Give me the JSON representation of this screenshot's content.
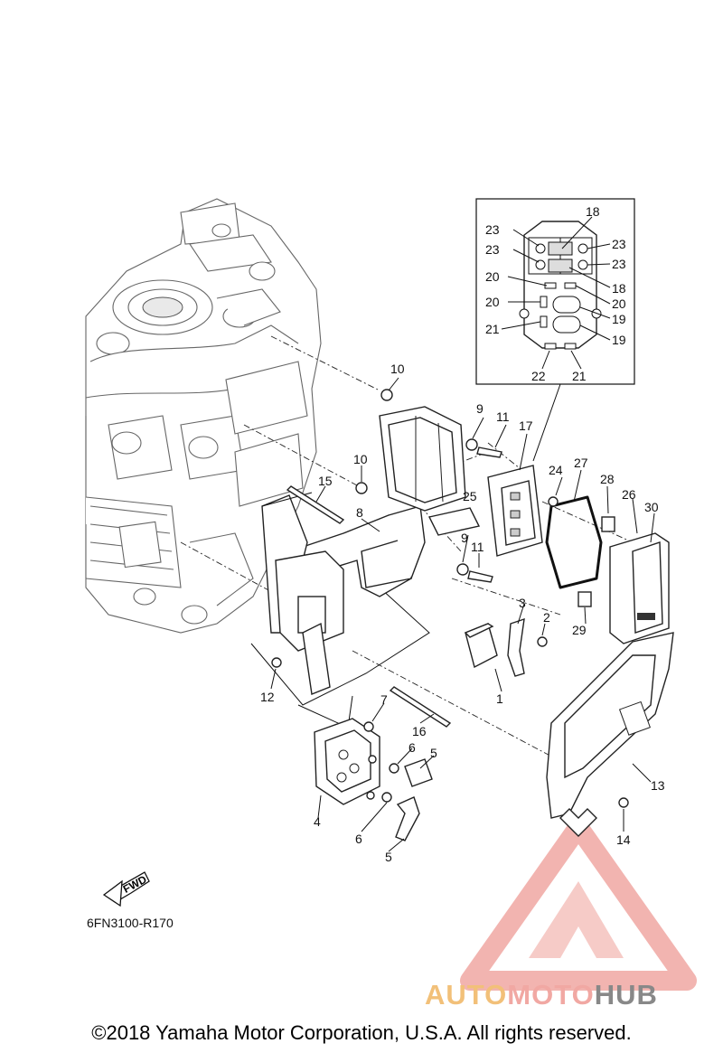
{
  "diagram": {
    "code": "6FN3100-R170",
    "copyright": "©2018 Yamaha Motor Corporation, U.S.A. All rights reserved.",
    "fwd_label": "FWD",
    "callouts": {
      "c1": "1",
      "c2": "2",
      "c3": "3",
      "c4": "4",
      "c5a": "5",
      "c5b": "5",
      "c6a": "6",
      "c6b": "6",
      "c7": "7",
      "c8": "8",
      "c9a": "9",
      "c9b": "9",
      "c10a": "10",
      "c10b": "10",
      "c11a": "11",
      "c11b": "11",
      "c12": "12",
      "c13": "13",
      "c14": "14",
      "c15": "15",
      "c16": "16",
      "c17": "17",
      "c18a": "18",
      "c18b": "18",
      "c19a": "19",
      "c19b": "19",
      "c20a": "20",
      "c20b": "20",
      "c20c": "20",
      "c21a": "21",
      "c21b": "21",
      "c22": "22",
      "c23a": "23",
      "c23b": "23",
      "c23c": "23",
      "c23d": "23",
      "c24": "24",
      "c25": "25",
      "c26": "26",
      "c27": "27",
      "c28": "28",
      "c29": "29",
      "c30": "30"
    }
  },
  "watermark": {
    "part1": "AUTO",
    "part2": "MOTO",
    "part3": "HUB",
    "colors": {
      "auto": "#f2c079",
      "moto": "#f1a8a3",
      "hub": "#888888",
      "logo": "#f0a8a3"
    }
  }
}
